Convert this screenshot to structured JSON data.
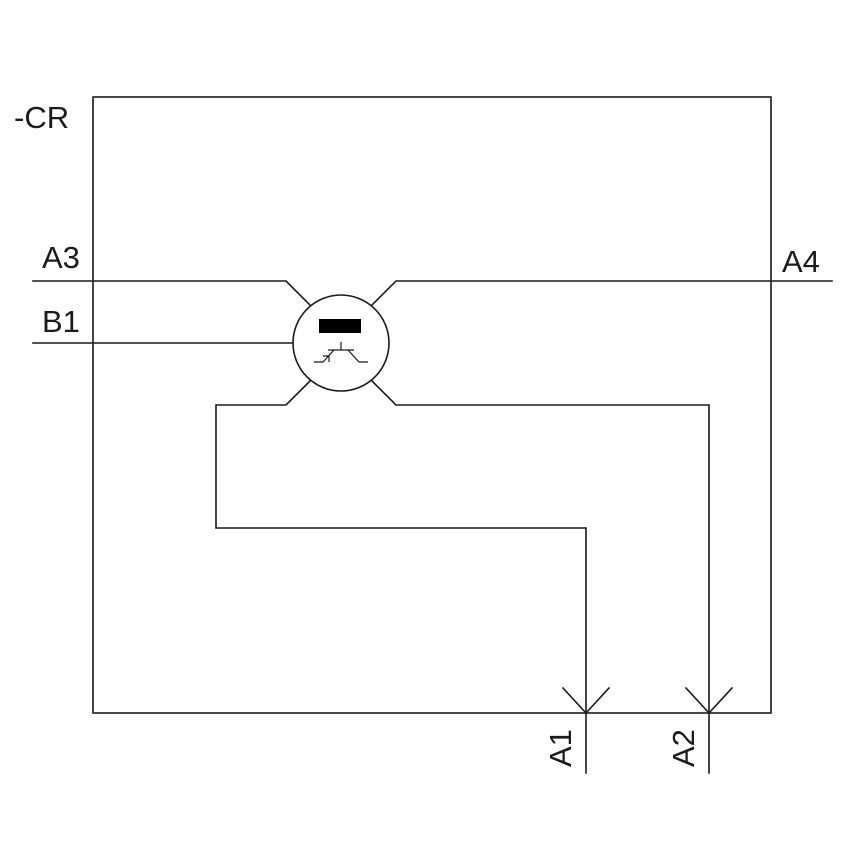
{
  "device": {
    "tag": "-CR"
  },
  "terminals": {
    "a3": "A3",
    "b1": "B1",
    "a4": "A4",
    "a1": "A1",
    "a2": "A2"
  },
  "colors": {
    "line": "#1a1a1a",
    "background": "#ffffff",
    "relay_coil": "#000000"
  },
  "icons": {
    "relay": "solid-state-relay-icon"
  }
}
